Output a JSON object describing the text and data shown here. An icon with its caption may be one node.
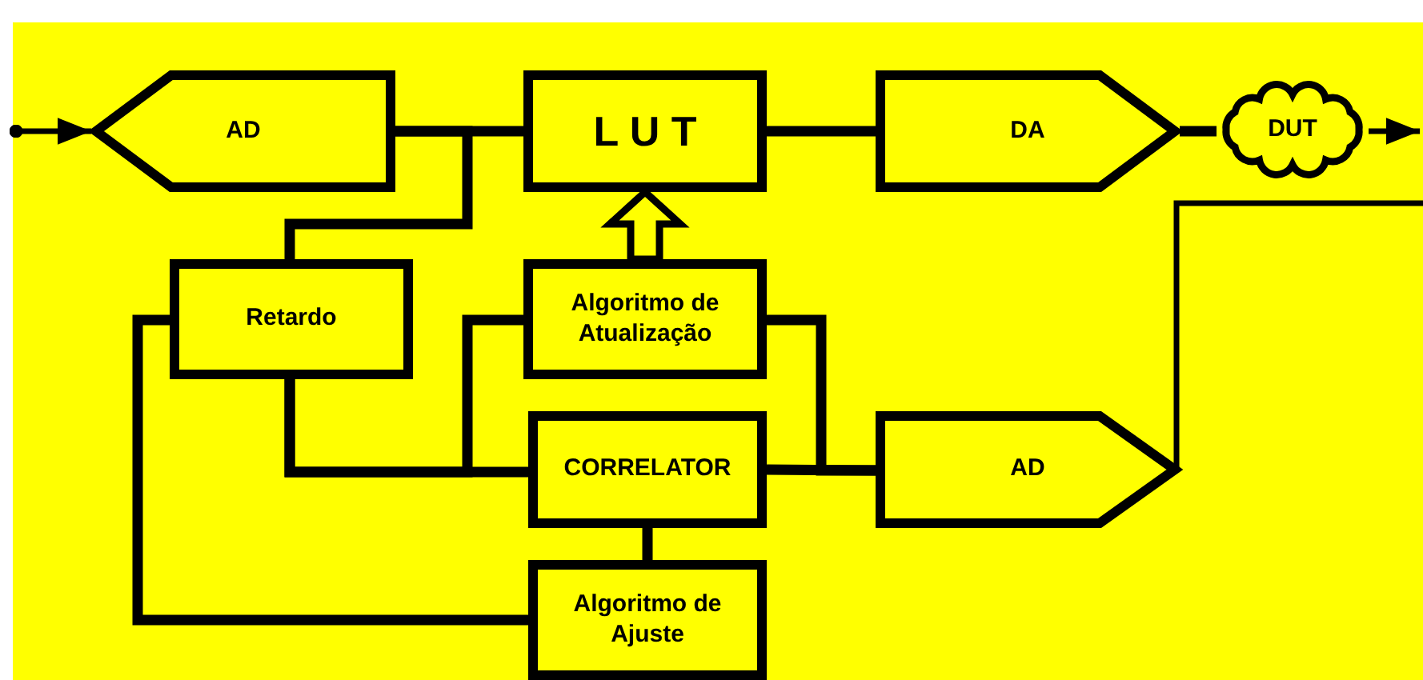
{
  "diagram": {
    "nodes": [
      {
        "text": [
          "AD"
        ]
      },
      {
        "text": [
          "L U T"
        ]
      },
      {
        "text": [
          "DA"
        ]
      },
      {
        "text": [
          "DUT"
        ]
      },
      {
        "text": [
          "Retardo"
        ]
      },
      {
        "text": [
          "Algoritmo de Atualização"
        ]
      },
      {
        "text": [
          "CORRELATOR"
        ]
      },
      {
        "text": [
          "AD"
        ]
      },
      {
        "text": [
          "Algoritmo de Ajuste"
        ]
      }
    ],
    "edges": [
      {
        "from": null,
        "to": 0,
        "arrow": "to"
      },
      {
        "from": 0,
        "to": 1,
        "arrow": "none"
      },
      {
        "from": 0,
        "to": 4,
        "arrow": "none"
      },
      {
        "from": 5,
        "to": 1,
        "arrow": "to"
      },
      {
        "from": 1,
        "to": 2,
        "arrow": "none"
      },
      {
        "from": 2,
        "to": 3,
        "arrow": "none"
      },
      {
        "from": 3,
        "to": null,
        "arrow": "to"
      },
      {
        "from": null,
        "to": 7,
        "arrow": "none"
      },
      {
        "from": 4,
        "to": 6,
        "arrow": "none"
      },
      {
        "from": 4,
        "to": 5,
        "arrow": "none"
      },
      {
        "from": 5,
        "to": 7,
        "arrow": "none"
      },
      {
        "from": 6,
        "to": 7,
        "arrow": "none"
      },
      {
        "from": 6,
        "to": 8,
        "arrow": "none"
      },
      {
        "from": 8,
        "to": 4,
        "arrow": "none"
      }
    ]
  }
}
